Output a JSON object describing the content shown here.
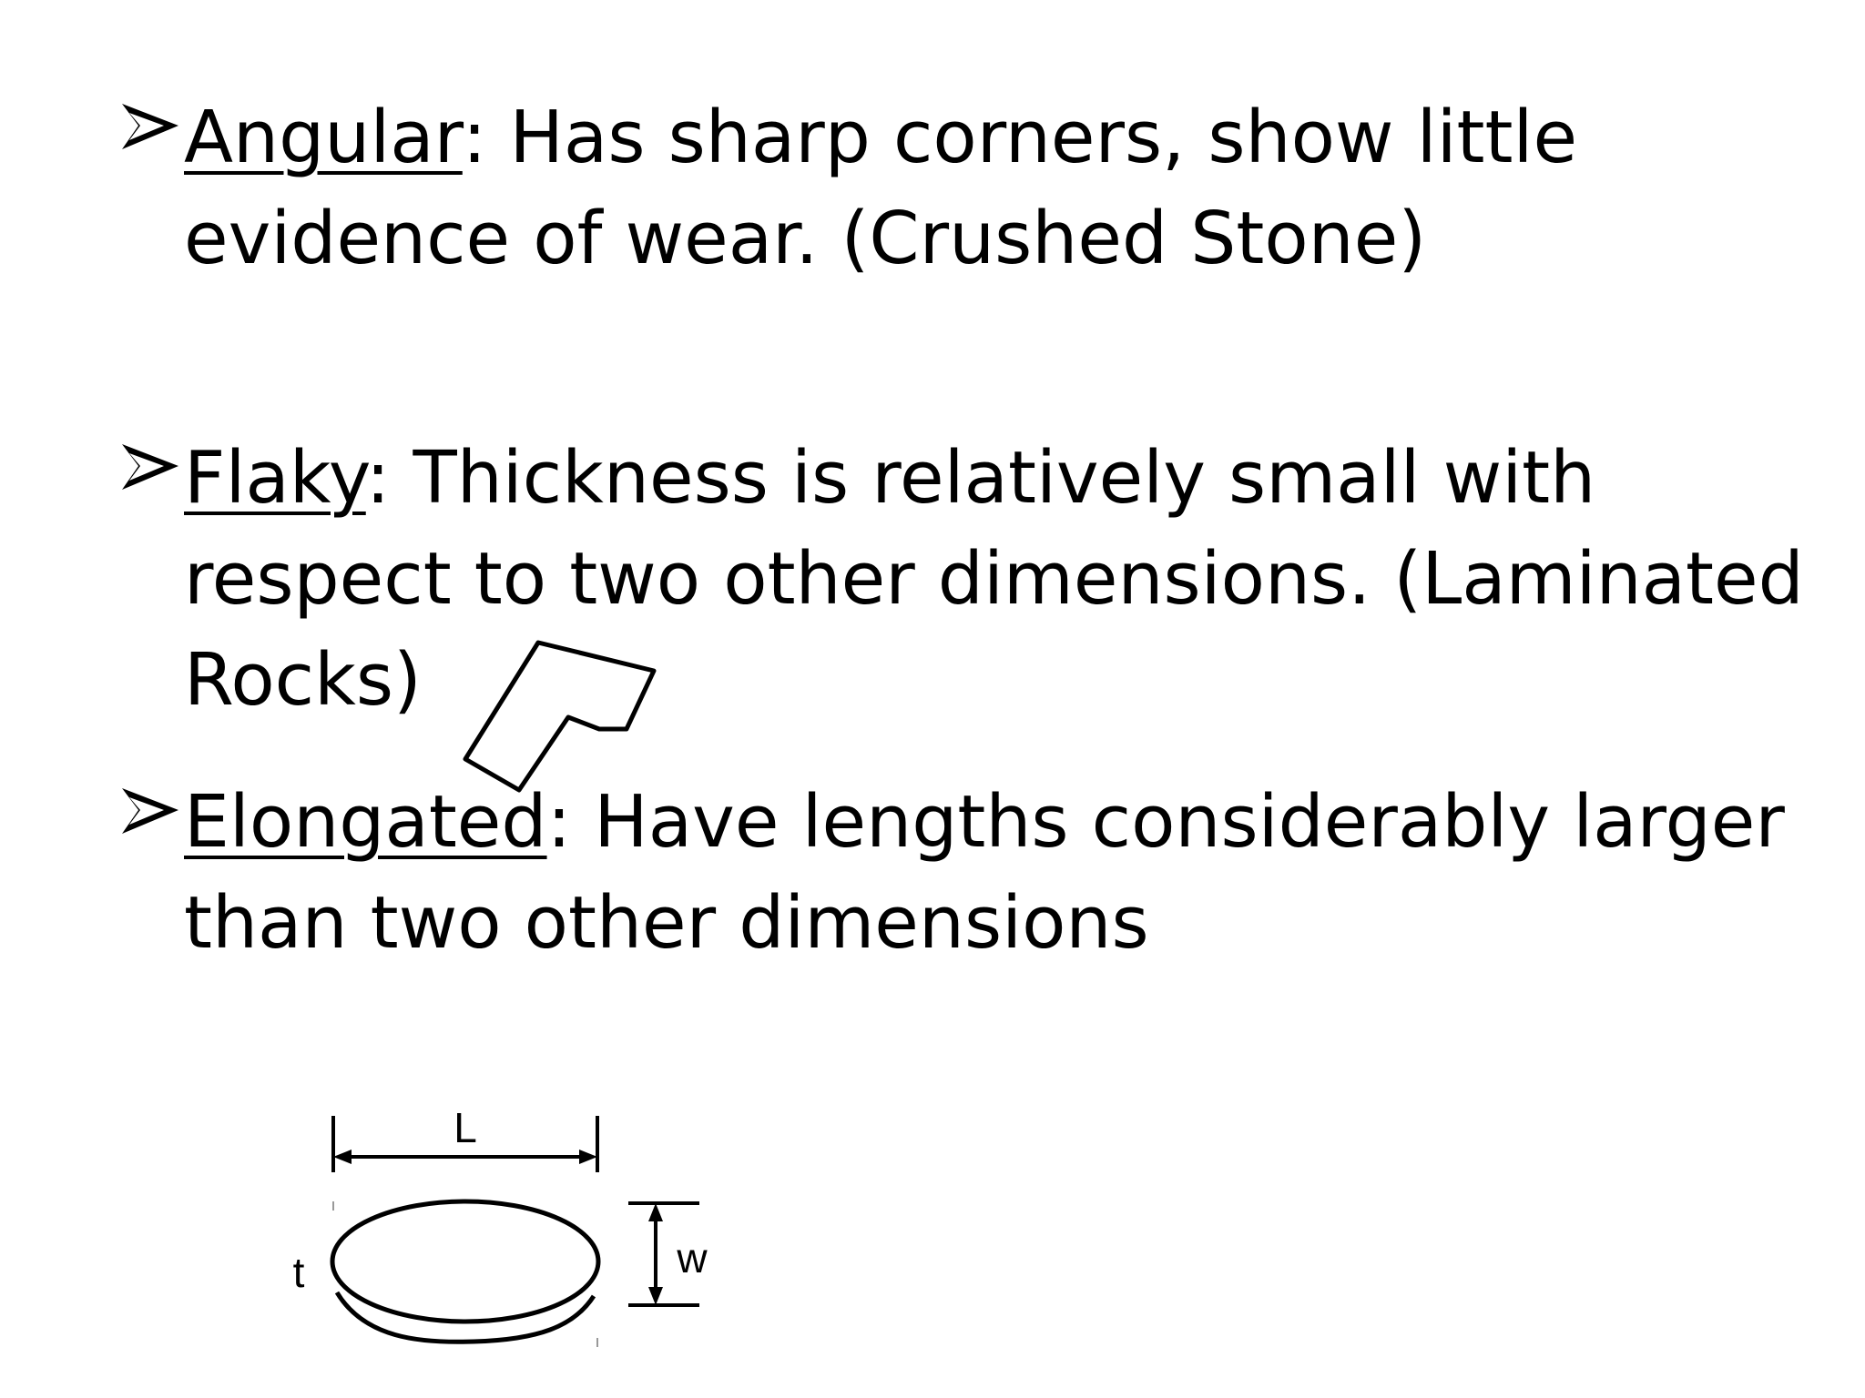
{
  "bullets": [
    {
      "term": "Angular",
      "description": ": Has sharp corners, show little evidence of wear. (Crushed Stone)"
    },
    {
      "term": "Flaky",
      "description": ": Thickness is relatively small with respect to two other dimensions. (Laminated Rocks)"
    },
    {
      "term": "Elongated",
      "description": ": Have lengths considerably larger than two other dimensions"
    }
  ],
  "diagram": {
    "length_label": "L",
    "width_label": "w",
    "thickness_label": "t"
  }
}
